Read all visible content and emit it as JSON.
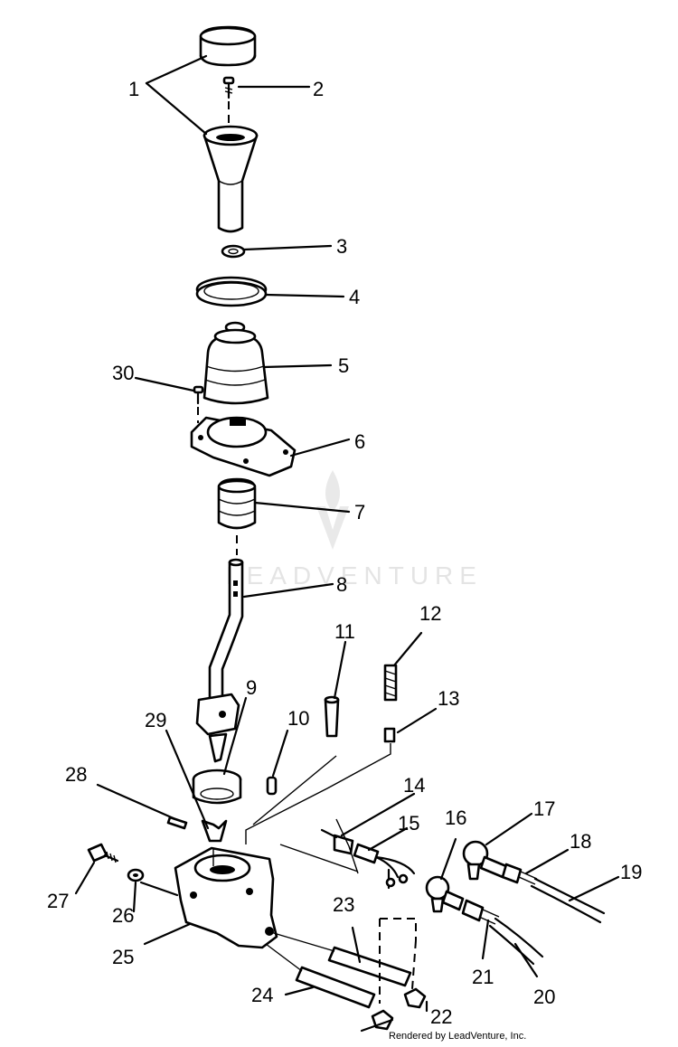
{
  "diagram": {
    "callouts": [
      "1",
      "2",
      "3",
      "4",
      "5",
      "6",
      "7",
      "8",
      "9",
      "10",
      "11",
      "12",
      "13",
      "14",
      "15",
      "16",
      "17",
      "18",
      "19",
      "20",
      "21",
      "22",
      "23",
      "24",
      "25",
      "26",
      "27",
      "28",
      "29",
      "30"
    ]
  },
  "watermark": {
    "text": "LEADVENTURE"
  },
  "footer": {
    "credit": "Rendered by LeadVenture, Inc."
  }
}
